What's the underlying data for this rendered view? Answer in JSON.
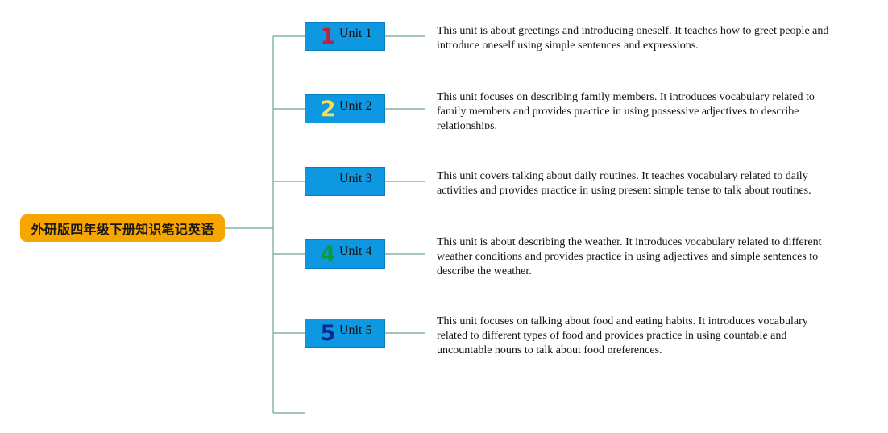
{
  "root": {
    "title": "外研版四年级下册知识笔记英语"
  },
  "units": [
    {
      "label": "Unit 1",
      "number": "1",
      "number_color": "#c81e3c",
      "description": "This unit is about greetings and introducing oneself. It teaches how to greet people and introduce oneself using simple sentences and expressions."
    },
    {
      "label": "Unit 2",
      "number": "2",
      "number_color": "#f2e05a",
      "description": "This unit focuses on describing family members. It introduces vocabulary related to family members and provides practice in using possessive adjectives to describe relationships."
    },
    {
      "label": "Unit 3",
      "number": "",
      "number_color": "#0f98e2",
      "description": "This unit covers talking about daily routines. It teaches vocabulary related to daily activities and provides practice in using present simple tense to talk about routines."
    },
    {
      "label": "Unit 4",
      "number": "4",
      "number_color": "#0d9a3a",
      "description": "This unit is about describing the weather. It introduces vocabulary related to different weather conditions and provides practice in using adjectives and simple sentences to describe the weather."
    },
    {
      "label": "Unit 5",
      "number": "5",
      "number_color": "#0a2a8c",
      "description": "This unit focuses on talking about food and eating habits. It introduces vocabulary related to different types of food and provides practice in using countable and uncountable nouns to talk about food preferences."
    }
  ],
  "colors": {
    "connector": "#5a9a8a",
    "root_bg": "#f7a600",
    "unit_bg": "#0f98e2"
  }
}
